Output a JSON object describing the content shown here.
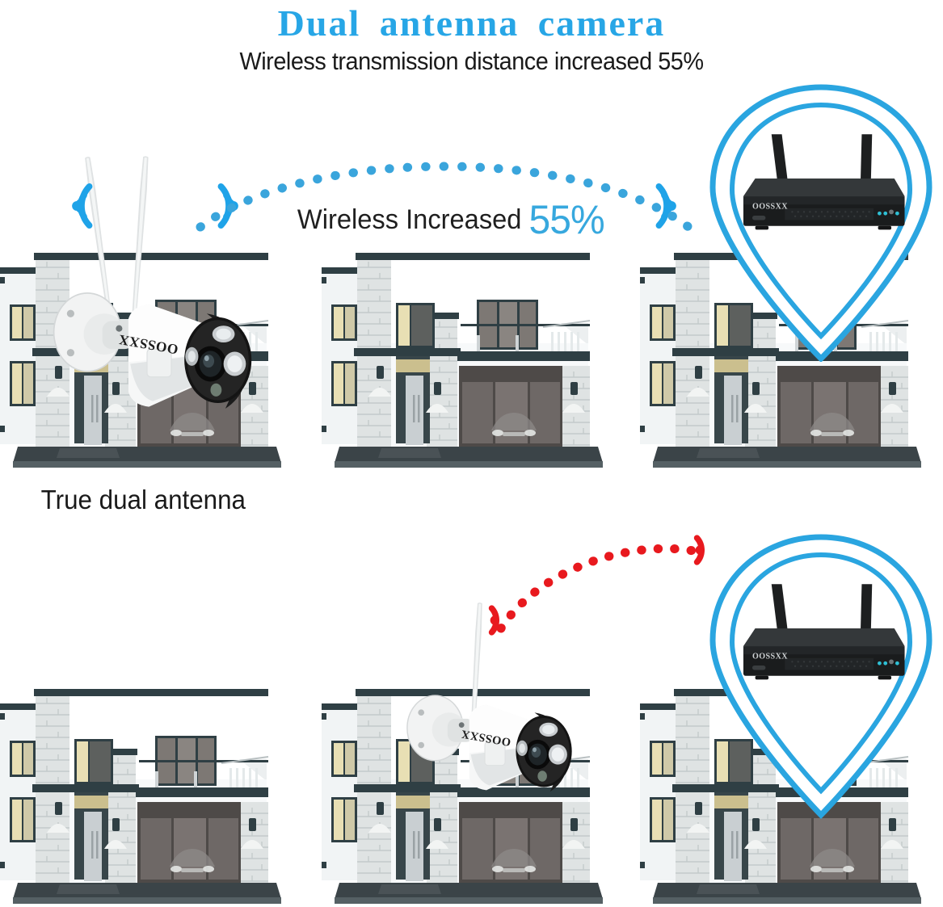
{
  "header": {
    "title": "Dual  antenna  camera",
    "subtitle": "Wireless transmission distance increased 55%",
    "title_color": "#27a6e6",
    "subtitle_color": "#1a1a1a"
  },
  "top_section": {
    "caption_text": "Wireless Increased ",
    "caption_percent": "55%",
    "caption_percent_color": "#37a8de",
    "signal_color": "#1fa3e8",
    "link_style": "dotted-arc-strong"
  },
  "bottom_section": {
    "label": "True dual antenna",
    "signal_color": "#e8191e",
    "link_style": "dotted-arc-weak"
  },
  "devices": {
    "camera_brand": "OOSSXX",
    "nvr_brand": "OOSSXX",
    "top_camera_antennas": 2,
    "bottom_camera_antennas": 1,
    "nvr_antennas": 2,
    "nvr_led_count": 4,
    "pin_outline_color": "#2aa5e0"
  },
  "houses": {
    "count_per_row": 3,
    "rows": 2,
    "brick_color": "#dfe3e3",
    "trim_color": "#2f3f44",
    "wall_color": "#f4f6f7",
    "window_glow": "#e8dfb4",
    "glass_color": "#6e6866"
  }
}
